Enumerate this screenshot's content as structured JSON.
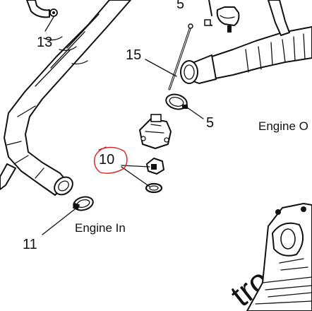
{
  "diagram": {
    "callouts": [
      {
        "id": "13",
        "text": "13"
      },
      {
        "id": "5a",
        "text": "5"
      },
      {
        "id": "15",
        "text": "15"
      },
      {
        "id": "5b",
        "text": "5"
      },
      {
        "id": "10",
        "text": "10"
      },
      {
        "id": "11",
        "text": "11"
      }
    ],
    "labels": {
      "engine_out": "Engine O",
      "engine_in": "Engine In"
    },
    "annotation": {
      "circled_item": "10",
      "circle_color": "#d42020"
    },
    "watermark": "tro"
  }
}
